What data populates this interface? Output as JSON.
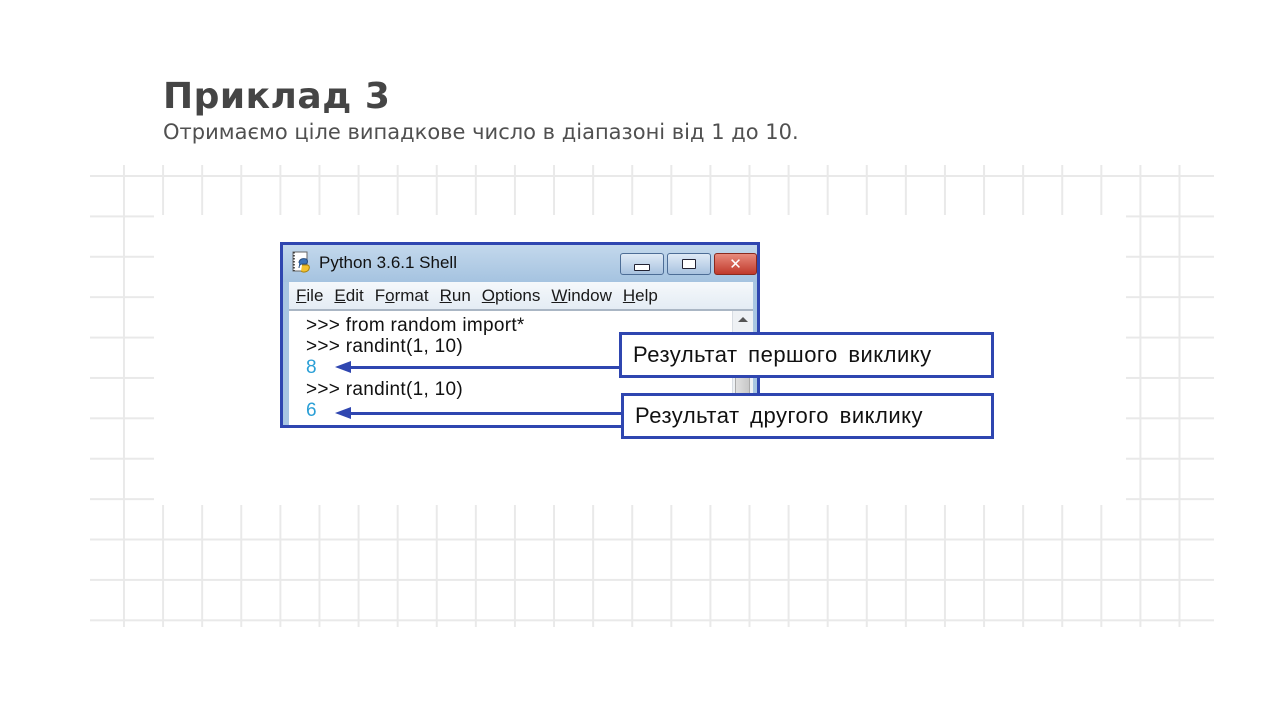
{
  "slide": {
    "title": "Приклад 3",
    "subtitle": "Отримаємо ціле випадкове число в діапазоні від 1 до 10."
  },
  "shell": {
    "window_title": "Python 3.6.1 Shell",
    "title_icon": "python-idle-icon",
    "controls": {
      "minimize": "minimize-icon",
      "maximize": "maximize-icon",
      "close": "close-icon",
      "close_glyph": "✕"
    },
    "menu": [
      {
        "label": "File",
        "underline": "F",
        "rest": "ile"
      },
      {
        "label": "Edit",
        "underline": "E",
        "rest": "dit"
      },
      {
        "label": "Format",
        "pre": "F",
        "underline": "o",
        "rest": "rmat"
      },
      {
        "label": "Run",
        "underline": "R",
        "rest": "un"
      },
      {
        "label": "Options",
        "underline": "O",
        "rest": "ptions"
      },
      {
        "label": "Window",
        "underline": "W",
        "rest": "indow"
      },
      {
        "label": "Help",
        "underline": "H",
        "rest": "elp"
      }
    ],
    "lines": [
      {
        "type": "input",
        "text": ">>> from random import*"
      },
      {
        "type": "input",
        "text": ">>> randint(1, 10)"
      },
      {
        "type": "output",
        "text": "8"
      },
      {
        "type": "input",
        "text": ">>> randint(1, 10)"
      },
      {
        "type": "output",
        "text": "6"
      }
    ]
  },
  "callouts": [
    {
      "label": "Результат першого виклику"
    },
    {
      "label": "Результат другого виклику"
    }
  ],
  "colors": {
    "accent_blue": "#2f46b0",
    "output_cyan": "#2a9fd6",
    "title_gray": "#454545",
    "grid_line": "#e9e9e9"
  }
}
